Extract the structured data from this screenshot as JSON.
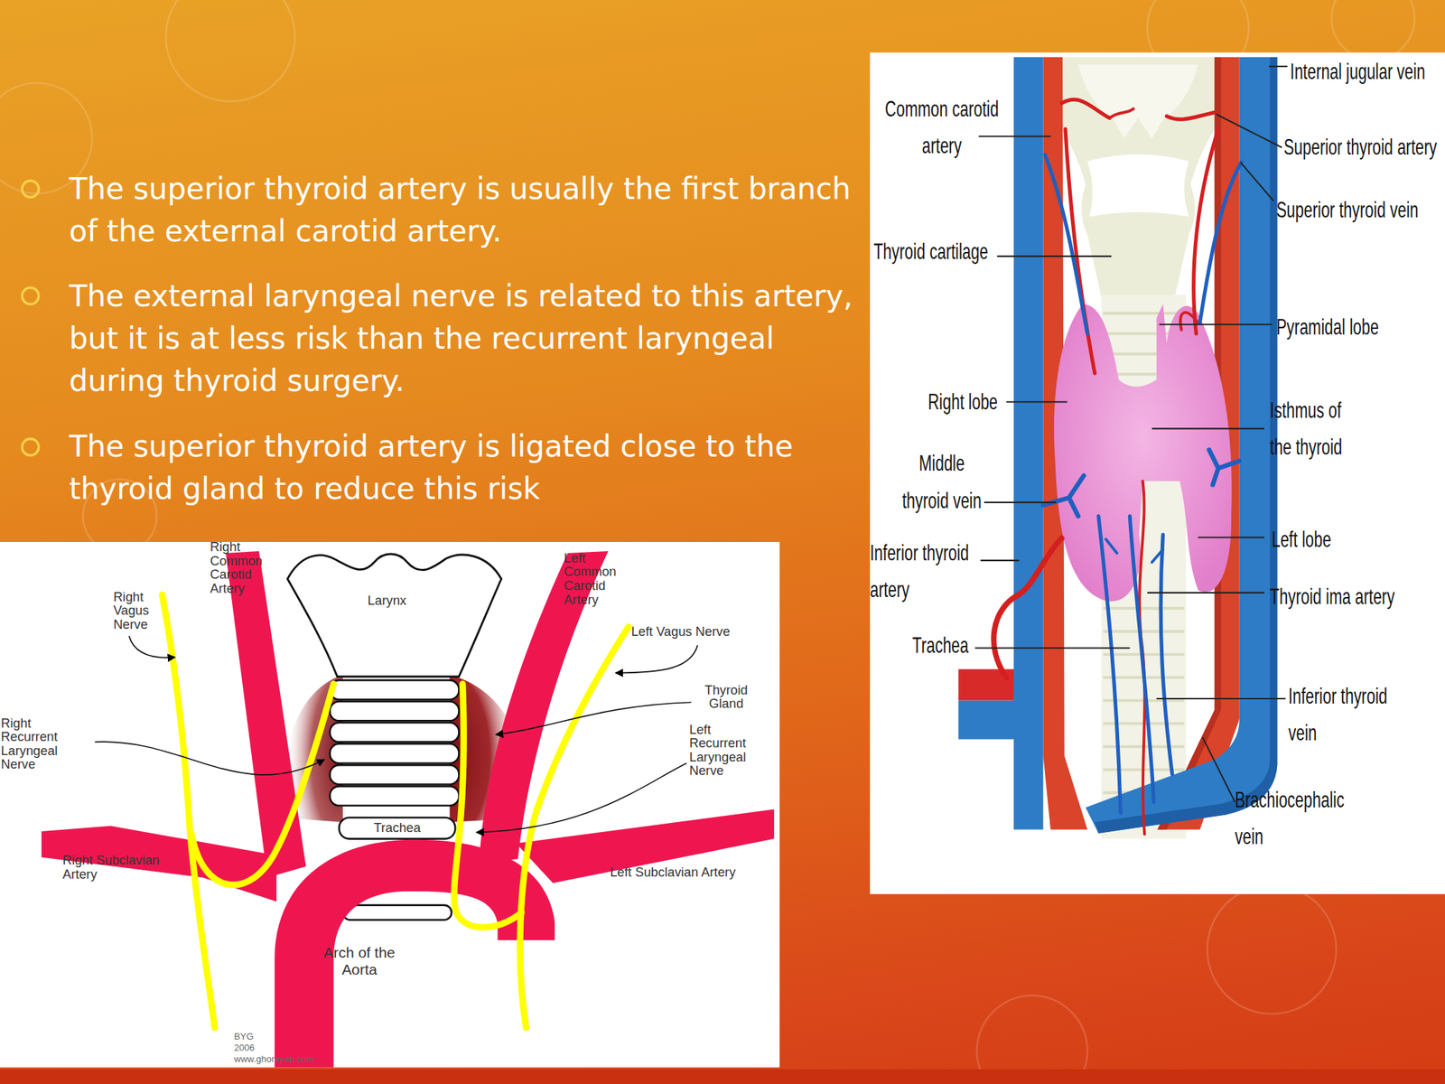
{
  "diagram": {
    "labels": [
      "The superior thyroid artery is usually the first branch of the external carotid artery.",
      "The external laryngeal nerve is related to this artery, but it is at less risk than the recurrent laryngeal during thyroid surgery.",
      "The superior thyroid artery is ligated close to the thyroid gland to reduce this risk",
      "Internal jugular vein",
      "Common carotid artery",
      "Superior thyroid artery",
      "Superior thyroid vein",
      "Thyroid cartilage",
      "Pyramidal lobe",
      "Right lobe",
      "Isthmus of the thyroid",
      "Middle thyroid vein",
      "Left lobe",
      "Inferior thyroid artery",
      "Thyroid ima artery",
      "Trachea",
      "Inferior thyroid vein",
      "Brachiocephalic vein",
      "Right Common Carotid Artery",
      "Right Vagus Nerve",
      "Larynx",
      "Left Common Carotid Artery",
      "Left Vagus Nerve",
      "Thyroid Gland",
      "Right Recurrent Laryngeal Nerve",
      "Left Recurrent Laryngeal Nerve",
      "Trachea",
      "Right Subclavian Artery",
      "Left Subclavian Artery",
      "Arch of the Aorta",
      "BYG 2006 www.ghorayeb.com"
    ]
  }
}
